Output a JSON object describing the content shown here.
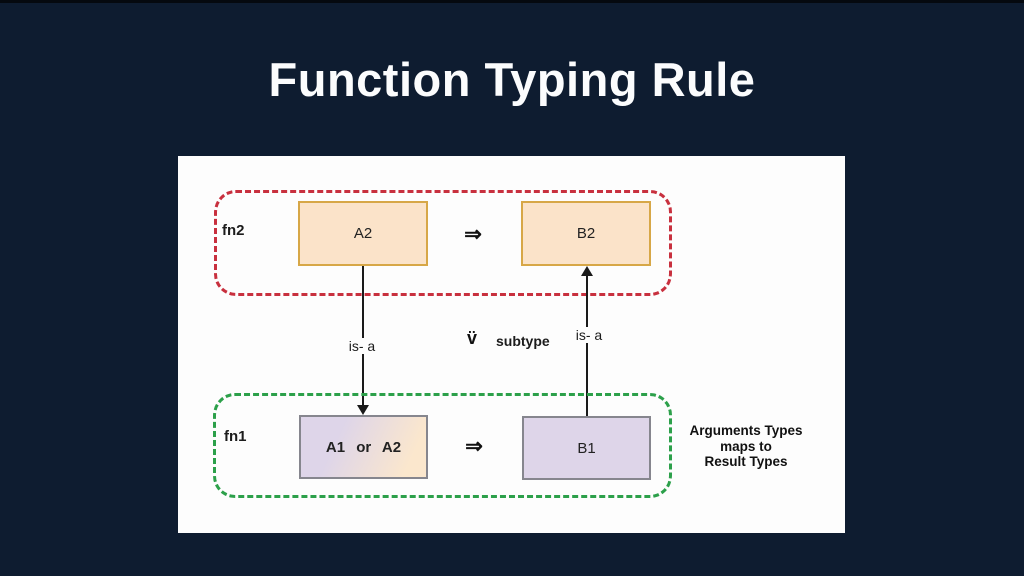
{
  "slide": {
    "title": "Function Typing Rule",
    "background_color": "#0e1c30"
  },
  "diagram": {
    "fn2_label": "fn2",
    "fn1_label": "fn1",
    "boxes": {
      "a2": "A2",
      "b2": "B2",
      "a1_or_a2": "A1 or A2",
      "b1": "B1"
    },
    "maps_to_arrow": "⇒",
    "is_a_left": "is- a",
    "is_a_right": "is- a",
    "subtype_symbol": "v̈",
    "subtype_label": "subtype",
    "annotation": {
      "line1": "Arguments Types",
      "line2": "maps to",
      "line3": "Result Types"
    },
    "colors": {
      "bg": "#0e1c30",
      "red_dash": "#c8303e",
      "green_dash": "#2ca04a",
      "peach_fill": "#fbe3c9",
      "peach_border": "#d7a747",
      "lavender_fill": "#ded5e9",
      "gray_border": "#86868e"
    }
  }
}
